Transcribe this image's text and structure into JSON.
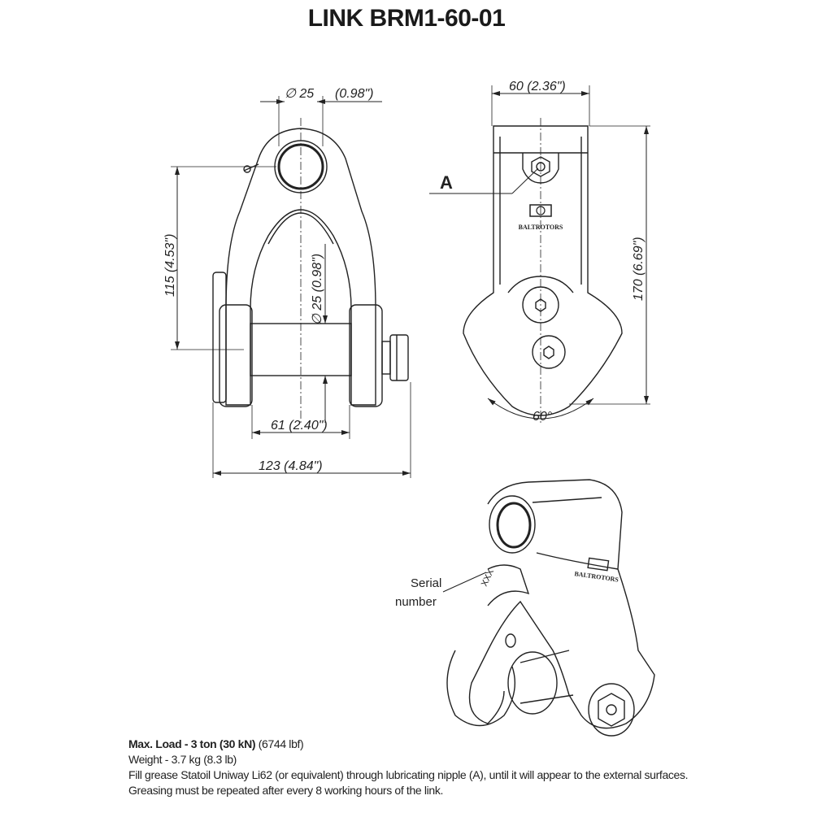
{
  "title": "LINK BRM1-60-01",
  "front_view": {
    "bore_dim": "∅ 25",
    "bore_dim_in": "(0.98\")",
    "height_dim": "115 (4.53\")",
    "pin_dim": "∅ 25 (0.98\")",
    "inner_width_dim": "61 (2.40\")",
    "overall_width_dim": "123 (4.84\")"
  },
  "side_view": {
    "width_dim": "60 (2.36\")",
    "height_dim": "170 (6.69\")",
    "angle_dim": "60°",
    "nipple_label": "A",
    "logo_text": "BALTROTORS"
  },
  "iso_view": {
    "serial_label_line1": "Serial",
    "serial_label_line2": "number",
    "serial_mark": "XXX",
    "logo_text": "BALTROTORS"
  },
  "notes": {
    "max_load_bold": "Max. Load - 3 ton (30 kN)",
    "max_load_extra": " (6744 lbf)",
    "weight": "Weight - 3.7 kg (8.3 lb)",
    "grease": "Fill grease Statoil Uniway Li62 (or equivalent) through lubricating nipple (A), until it will appear to the external surfaces.",
    "greasing_interval": "Greasing must be repeated after every 8 working hours of the link."
  }
}
